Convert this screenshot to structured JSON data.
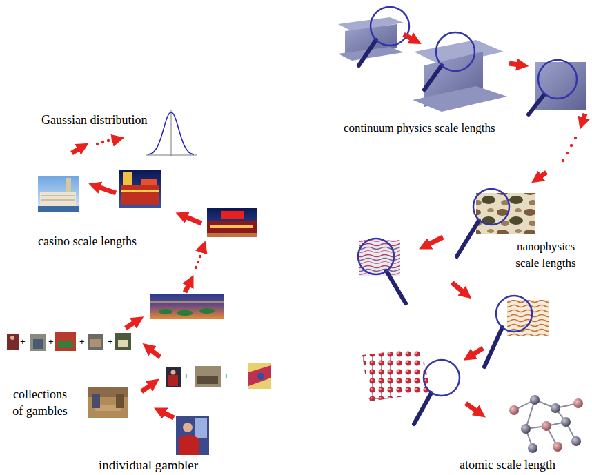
{
  "diagram": {
    "labels": [
      "Gaussian distribution",
      "casino scale lengths",
      "+",
      "+",
      "+",
      "+",
      "collections of gambles",
      "+",
      "+",
      "individual gambler",
      "continuum physics scale lengths",
      "nanophysics scale lengths",
      "atomic scale length"
    ]
  }
}
